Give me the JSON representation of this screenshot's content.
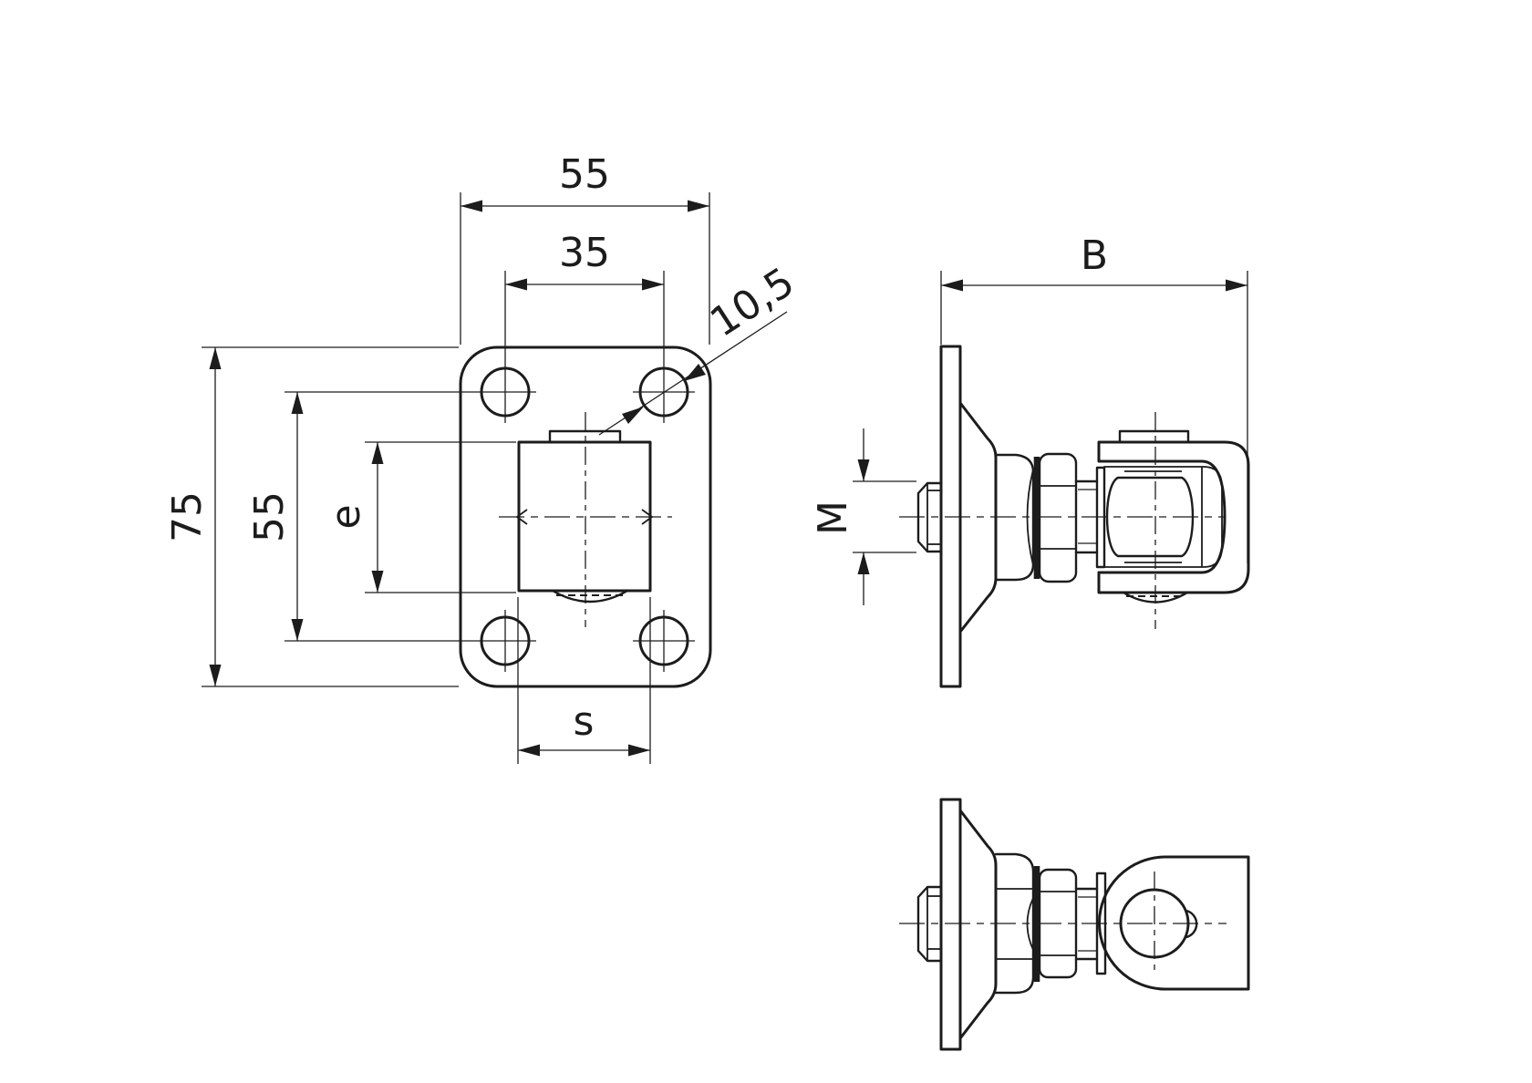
{
  "drawing": {
    "background": "#ffffff",
    "line_color": "#1c1c1c",
    "front_view": {
      "plate_width": "55",
      "hole_spacing_horizontal": "35",
      "hole_diameter": "10,5",
      "plate_height": "75",
      "hole_spacing_vertical": "55",
      "socket_height": "e",
      "socket_width": "s"
    },
    "side_view": {
      "overall_depth": "B",
      "thread_size": "M"
    }
  }
}
